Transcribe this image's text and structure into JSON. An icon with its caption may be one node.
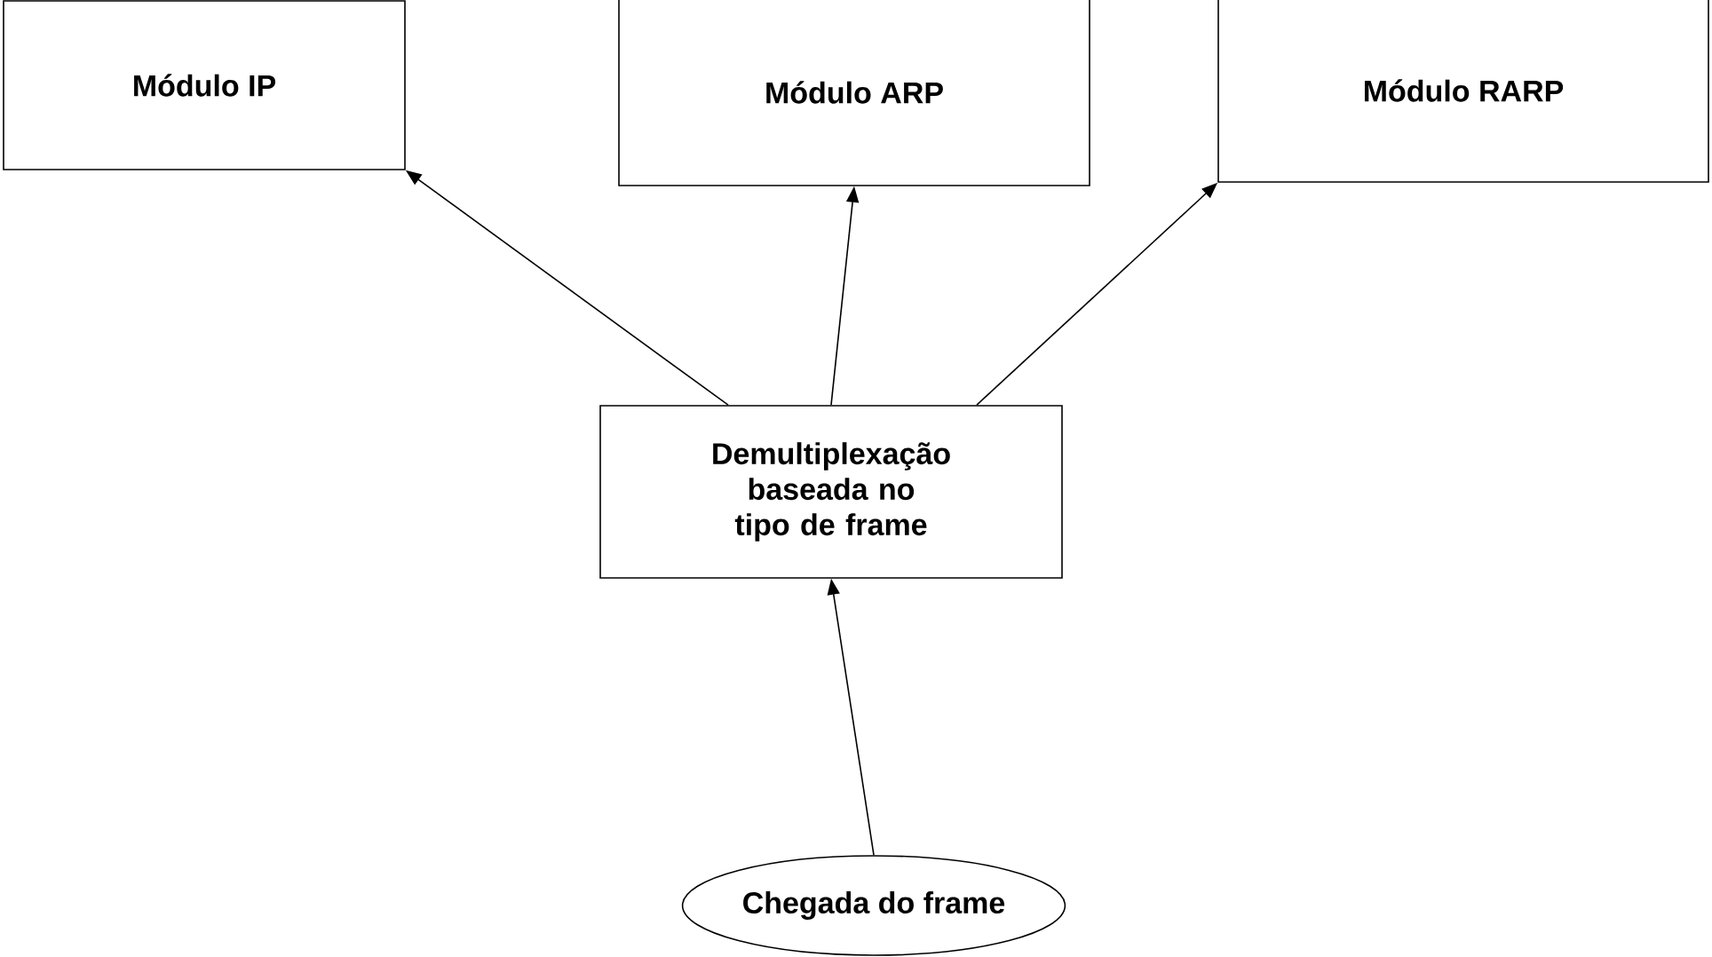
{
  "diagram": {
    "nodes": [
      {
        "text": [
          "Módulo IP"
        ]
      },
      {
        "text": [
          "Módulo ARP"
        ]
      },
      {
        "text": [
          "Módulo RARP"
        ]
      },
      {
        "text": [
          "Demultiplexação baseada no tipo de frame"
        ]
      },
      {
        "text": [
          "Chegada do frame"
        ]
      }
    ],
    "edges": [
      {
        "from": 3,
        "to": 0,
        "arrow": "to"
      },
      {
        "from": 3,
        "to": 1,
        "arrow": "to"
      },
      {
        "from": 3,
        "to": 2,
        "arrow": "to"
      },
      {
        "from": 4,
        "to": 3,
        "arrow": "to"
      }
    ]
  }
}
